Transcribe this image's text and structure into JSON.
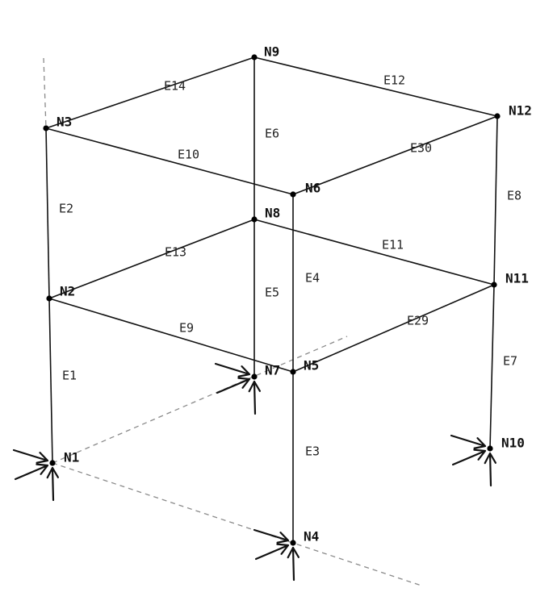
{
  "nodes": [
    {
      "id": "N1",
      "label": "N1"
    },
    {
      "id": "N2",
      "label": "N2"
    },
    {
      "id": "N3",
      "label": "N3"
    },
    {
      "id": "N4",
      "label": "N4"
    },
    {
      "id": "N5",
      "label": "N5"
    },
    {
      "id": "N6",
      "label": "N6"
    },
    {
      "id": "N7",
      "label": "N7"
    },
    {
      "id": "N8",
      "label": "N8"
    },
    {
      "id": "N9",
      "label": "N9"
    },
    {
      "id": "N10",
      "label": "N10"
    },
    {
      "id": "N11",
      "label": "N11"
    },
    {
      "id": "N12",
      "label": "N12"
    }
  ],
  "elements": [
    {
      "id": "E1",
      "label": "E1",
      "from": "N1",
      "to": "N2"
    },
    {
      "id": "E2",
      "label": "E2",
      "from": "N2",
      "to": "N3"
    },
    {
      "id": "E3",
      "label": "E3",
      "from": "N4",
      "to": "N5"
    },
    {
      "id": "E4",
      "label": "E4",
      "from": "N5",
      "to": "N6"
    },
    {
      "id": "E5",
      "label": "E5",
      "from": "N7",
      "to": "N8"
    },
    {
      "id": "E6",
      "label": "E6",
      "from": "N8",
      "to": "N9"
    },
    {
      "id": "E7",
      "label": "E7",
      "from": "N10",
      "to": "N11"
    },
    {
      "id": "E8",
      "label": "E8",
      "from": "N11",
      "to": "N12"
    },
    {
      "id": "E9",
      "label": "E9",
      "from": "N2",
      "to": "N5"
    },
    {
      "id": "E10",
      "label": "E10",
      "from": "N3",
      "to": "N6"
    },
    {
      "id": "E11",
      "label": "E11",
      "from": "N8",
      "to": "N11"
    },
    {
      "id": "E12",
      "label": "E12",
      "from": "N9",
      "to": "N12"
    },
    {
      "id": "E13",
      "label": "E13",
      "from": "N2",
      "to": "N8"
    },
    {
      "id": "E14",
      "label": "E14",
      "from": "N3",
      "to": "N9"
    },
    {
      "id": "E29",
      "label": "E29",
      "from": "N5",
      "to": "N11"
    },
    {
      "id": "E30",
      "label": "E30",
      "from": "N6",
      "to": "N12"
    }
  ],
  "supports": [
    "N1",
    "N4",
    "N7",
    "N10"
  ],
  "colors": {
    "member": "#111111",
    "axis_guide": "#8a8a8a",
    "node": "#000000"
  }
}
